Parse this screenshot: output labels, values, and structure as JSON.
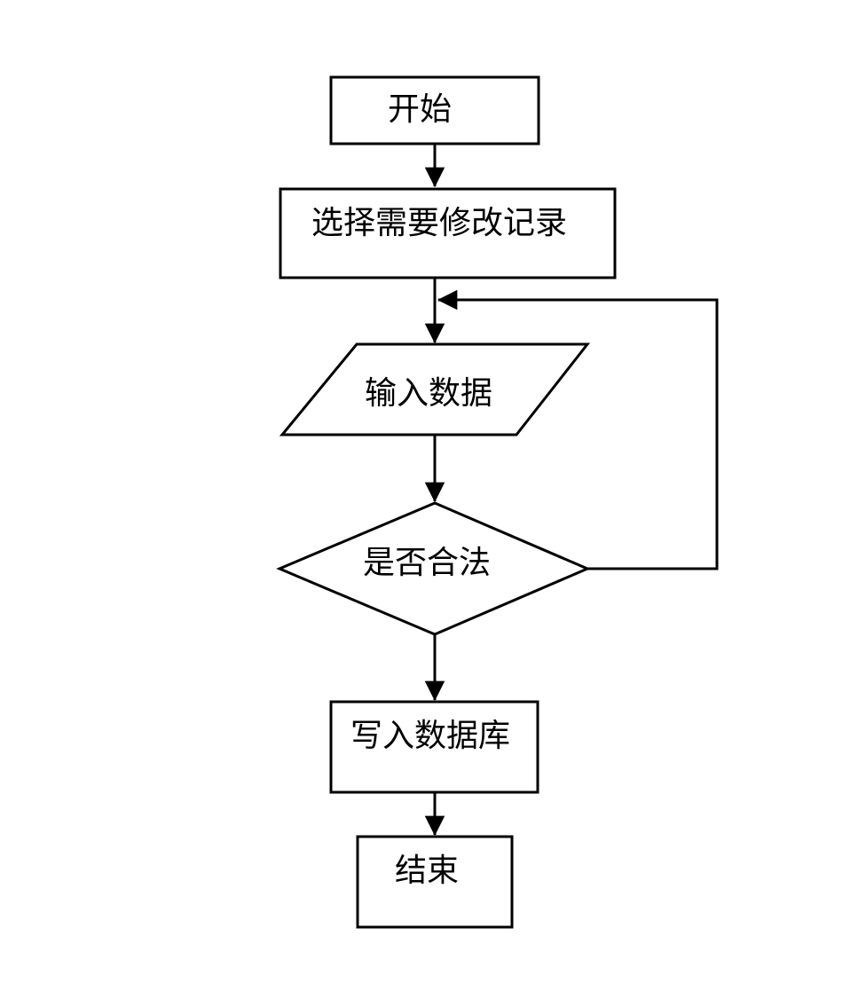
{
  "diagram": {
    "type": "flowchart",
    "background_color": "#ffffff",
    "line_color": "#000000",
    "text_color": "#000000",
    "nodes": [
      {
        "id": "start",
        "shape": "rectangle",
        "label": "开始"
      },
      {
        "id": "select-record",
        "shape": "rectangle",
        "label": "选择需要修改记录"
      },
      {
        "id": "input-data",
        "shape": "parallelogram",
        "label": "输入数据"
      },
      {
        "id": "is-valid",
        "shape": "diamond",
        "label": "是否合法"
      },
      {
        "id": "write-db",
        "shape": "rectangle",
        "label": "写入数据库"
      },
      {
        "id": "end",
        "shape": "rectangle",
        "label": "结束"
      }
    ],
    "edges": [
      {
        "from": "start",
        "to": "select-record",
        "style": "arrow-down"
      },
      {
        "from": "select-record",
        "to": "input-data",
        "style": "arrow-down"
      },
      {
        "from": "input-data",
        "to": "is-valid",
        "style": "arrow-down"
      },
      {
        "from": "is-valid",
        "to": "input-data",
        "style": "loop-back-right"
      },
      {
        "from": "is-valid",
        "to": "write-db",
        "style": "arrow-down"
      },
      {
        "from": "write-db",
        "to": "end",
        "style": "arrow-down"
      }
    ]
  }
}
